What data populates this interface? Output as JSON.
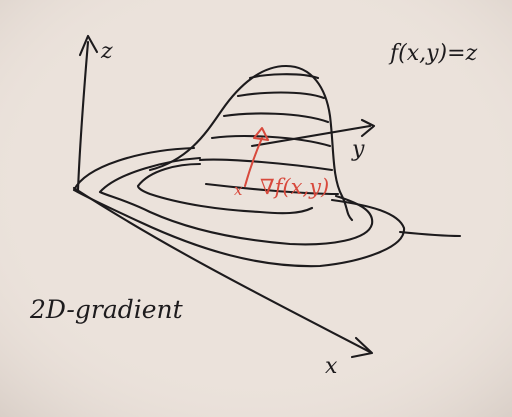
{
  "diagram": {
    "axis_labels": {
      "z": "z",
      "y": "y",
      "x": "x"
    },
    "equation": "f(x,y)=z",
    "gradient_label": "∇f(x,y)",
    "point_mark": "x",
    "caption": "2D-gradient",
    "colors": {
      "paper": "#ebe2db",
      "ink": "#1d1b1d",
      "accent": "#d8493c"
    }
  }
}
